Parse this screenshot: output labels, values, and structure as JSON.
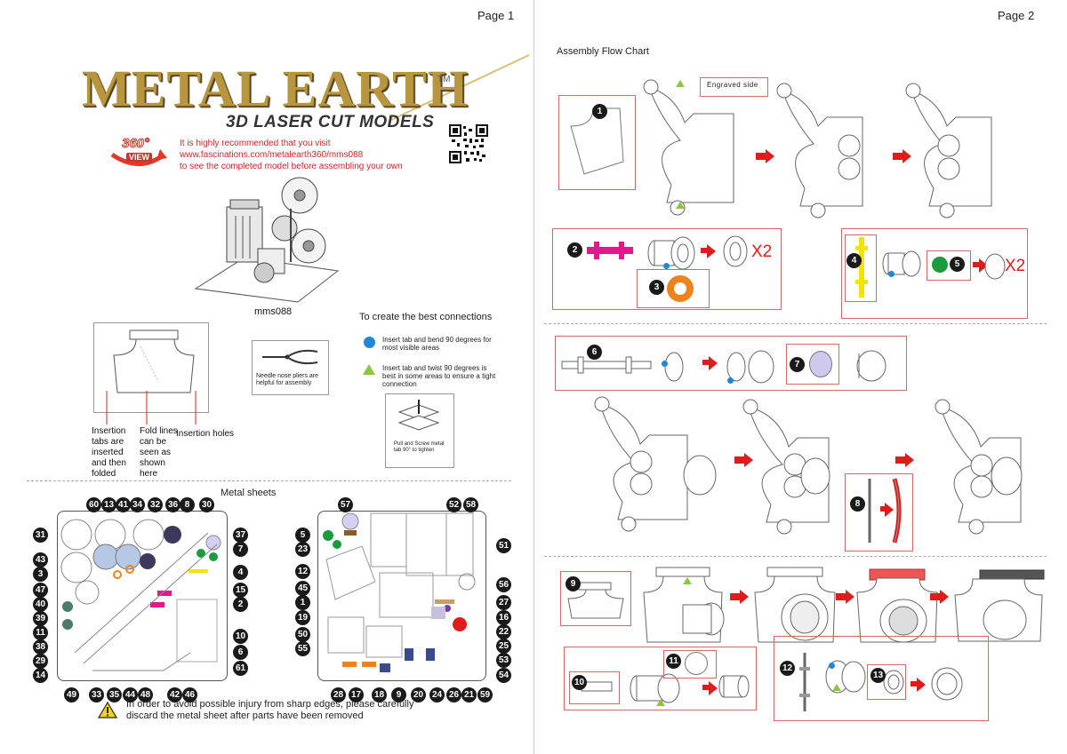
{
  "page1": {
    "page_label": "Page 1",
    "brand_logo": "METAL EARTH",
    "trademark": "TM",
    "subtitle": "3D LASER CUT MODELS",
    "view_badge_top": "360°",
    "view_badge_bottom": "VIEW",
    "recommend_line1": "It is highly recommended that you visit",
    "recommend_url": "www.fascinations.com/metalearth360/mms088",
    "recommend_line3": "to see the completed model before assembling your own",
    "model_code": "mms088",
    "connections_title": "To create the best connections",
    "tip_blue": "Insert tab and bend 90 degrees for most visible areas",
    "tip_green": "Insert tab and twist 90 degrees is best in some areas to ensure a tight connection",
    "pliers_note": "Needle nose pliers are helpful for assembly",
    "screw_note": "Pull and Screw metal tab 90° to tighten",
    "label_insertion_tabs": "Insertion tabs are inserted and then folded",
    "label_fold_lines": "Fold lines can be seen as shown here",
    "label_insertion_holes": "Insertion holes",
    "metal_sheets_title": "Metal sheets",
    "warning": "In order to avoid possible injury from sharp edges, please carefully discard the metal sheet after parts have been removed",
    "sheet1_numbers": [
      "60",
      "13",
      "41",
      "34",
      "32",
      "36",
      "8",
      "30",
      "31",
      "37",
      "7",
      "43",
      "4",
      "3",
      "15",
      "47",
      "2",
      "40",
      "39",
      "10",
      "11",
      "6",
      "38",
      "61",
      "29",
      "14",
      "49",
      "33",
      "35",
      "44",
      "48",
      "42",
      "46"
    ],
    "sheet2_numbers": [
      "57",
      "52",
      "58",
      "5",
      "23",
      "51",
      "12",
      "45",
      "56",
      "1",
      "27",
      "19",
      "16",
      "50",
      "22",
      "55",
      "25",
      "53",
      "54",
      "28",
      "17",
      "18",
      "9",
      "20",
      "24",
      "26",
      "21",
      "59"
    ]
  },
  "page2": {
    "page_label": "Page 2",
    "flow_title": "Assembly Flow Chart",
    "engraved_label": "Engraved side",
    "multiplier": "X2",
    "step_numbers": [
      "1",
      "2",
      "3",
      "4",
      "5",
      "6",
      "7",
      "8",
      "9",
      "10",
      "11",
      "12",
      "13"
    ]
  },
  "colors": {
    "gold": "#b8963d",
    "red_text": "#d8232a",
    "arrow_red": "#e01b1b",
    "blue_dot": "#1e88d8",
    "green_triangle": "#8cc63f",
    "magenta_part": "#e6178c",
    "orange_part": "#f0821e",
    "yellow_part": "#f4e300",
    "green_part": "#1a9b3c",
    "lavender_part": "#cfc9ef"
  }
}
